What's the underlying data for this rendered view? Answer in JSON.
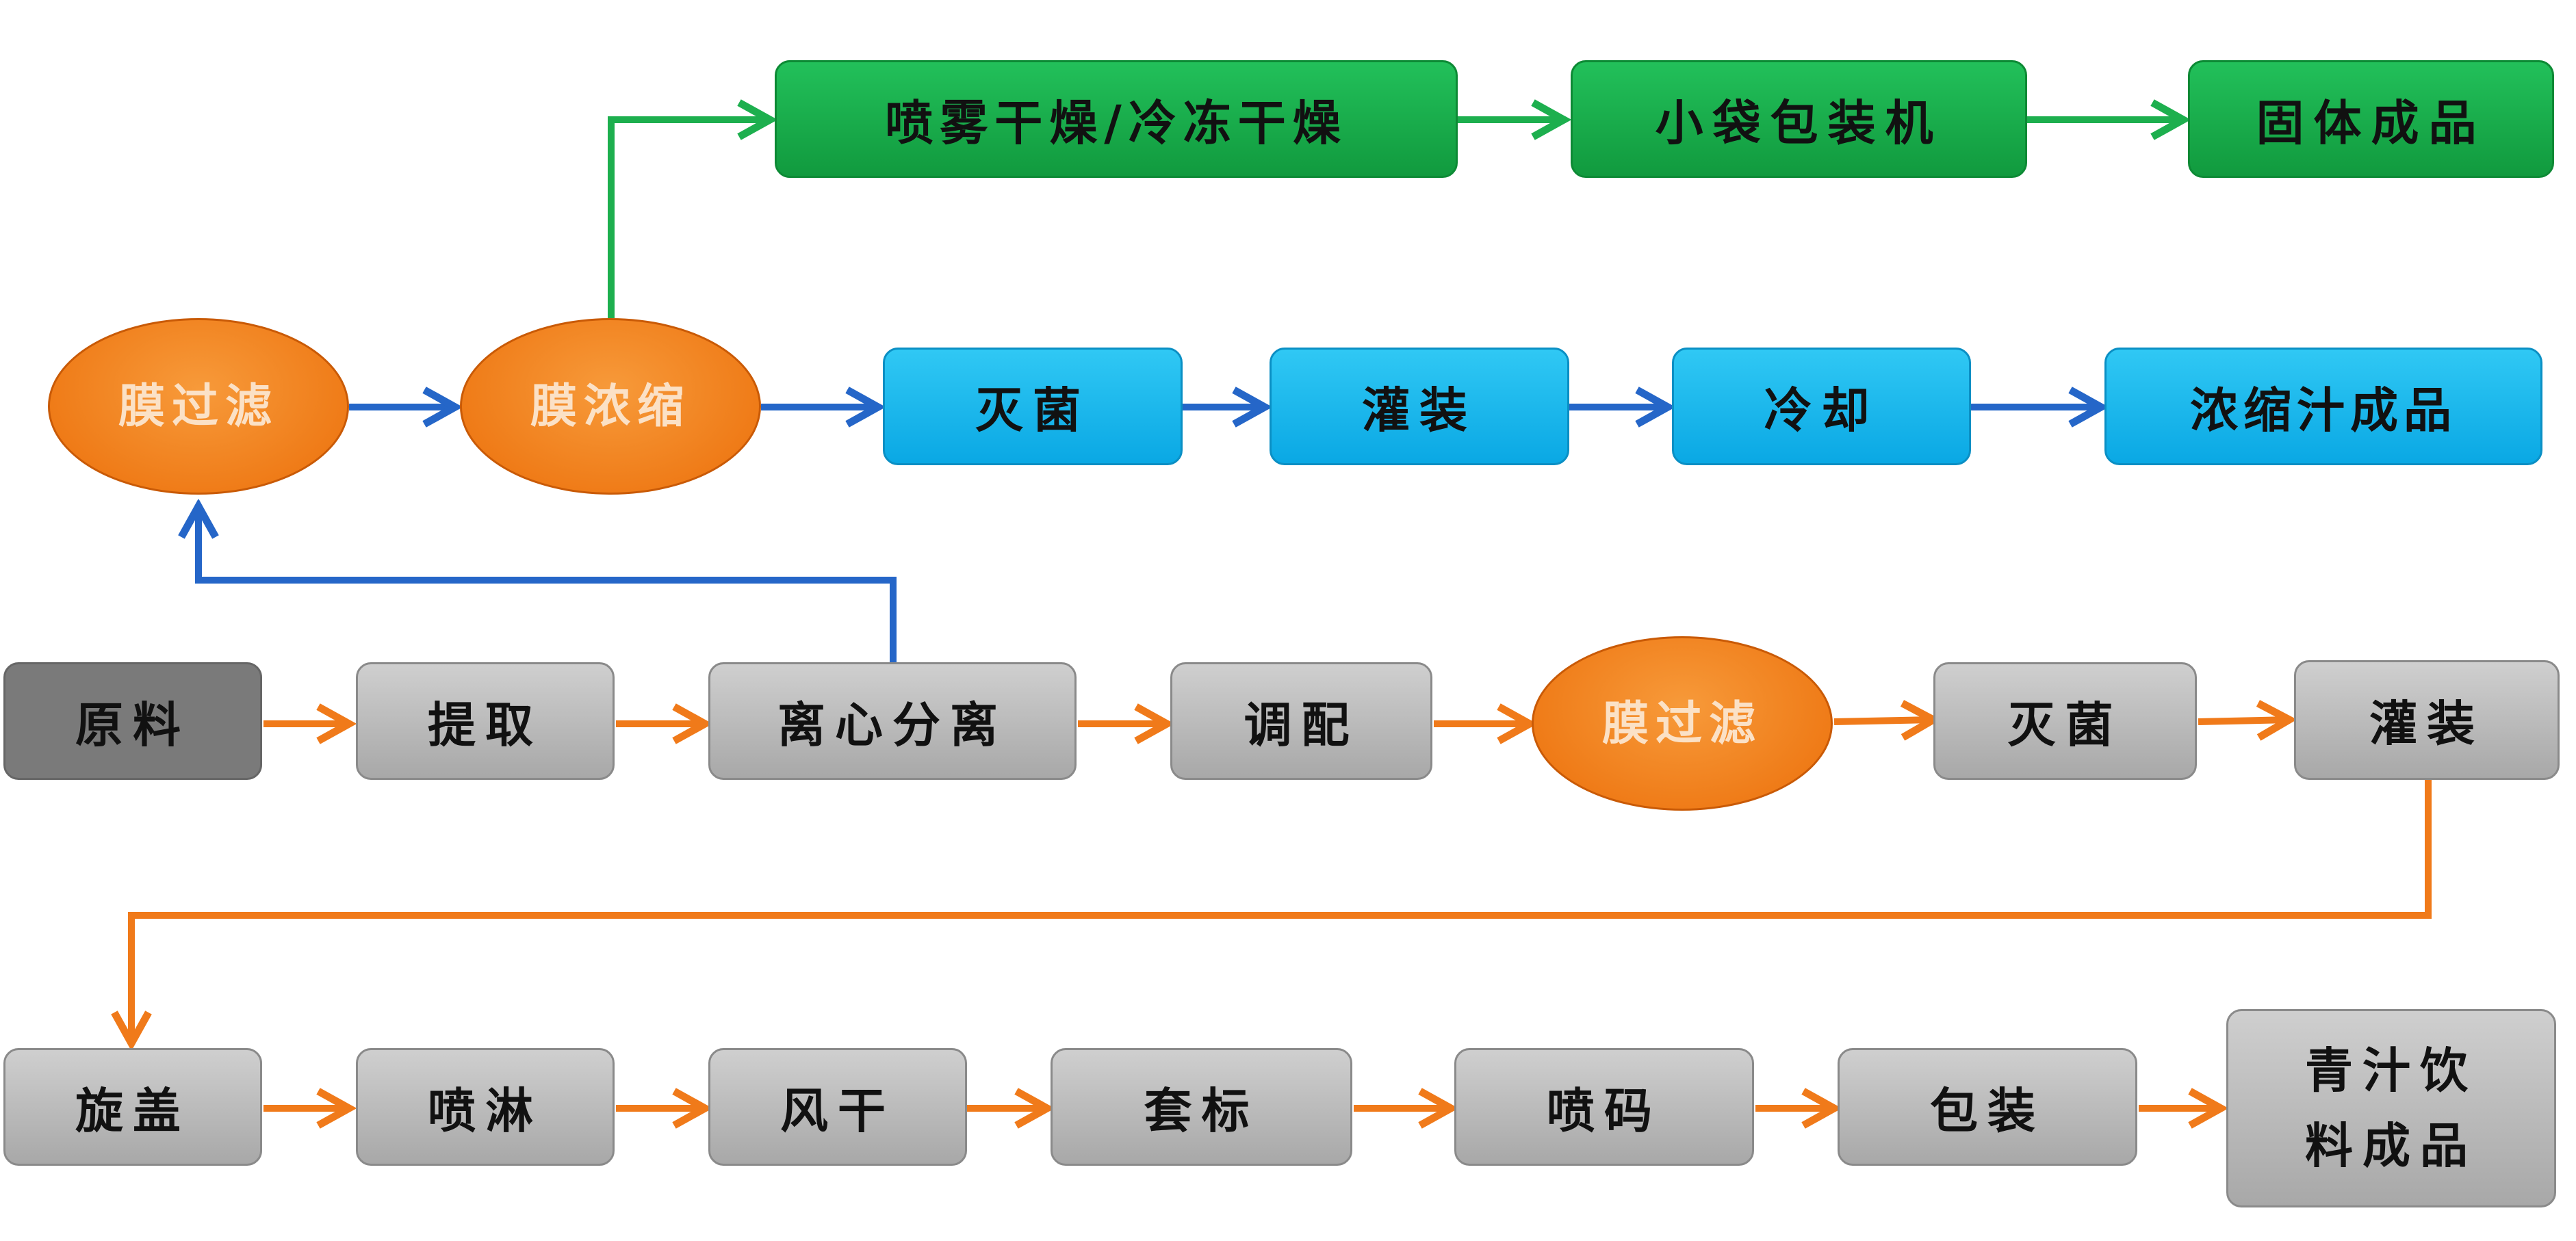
{
  "colors": {
    "orange_arrow": "#F07A1A",
    "blue_arrow": "#2566C8",
    "green_arrow": "#1DAF4E",
    "gray_box": "#BDBDBD",
    "dark_box": "#7A7A7A",
    "green_box": "#18B04A",
    "blue_box": "#12B5EE",
    "orange_ellipse": "#F07A12"
  },
  "nodes": {
    "raw_material": "原料",
    "extraction": "提取",
    "centrifuge": "离心分离",
    "blending": "调配",
    "membrane_filter_main": "膜过滤",
    "sterilize_main": "灭菌",
    "filling_main": "灌装",
    "capping": "旋盖",
    "spraying": "喷淋",
    "air_dry": "风干",
    "labeling": "套标",
    "code_printing": "喷码",
    "packaging": "包装",
    "juice_product": "青汁饮料成品",
    "membrane_filter_top": "膜过滤",
    "membrane_concentrate": "膜浓缩",
    "spray_freeze_dry": "喷雾干燥/冷冻干燥",
    "sachet_machine": "小袋包装机",
    "solid_product": "固体成品",
    "sterilize_conc": "灭菌",
    "filling_conc": "灌装",
    "cooling": "冷却",
    "concentrate_product": "浓缩汁成品"
  }
}
